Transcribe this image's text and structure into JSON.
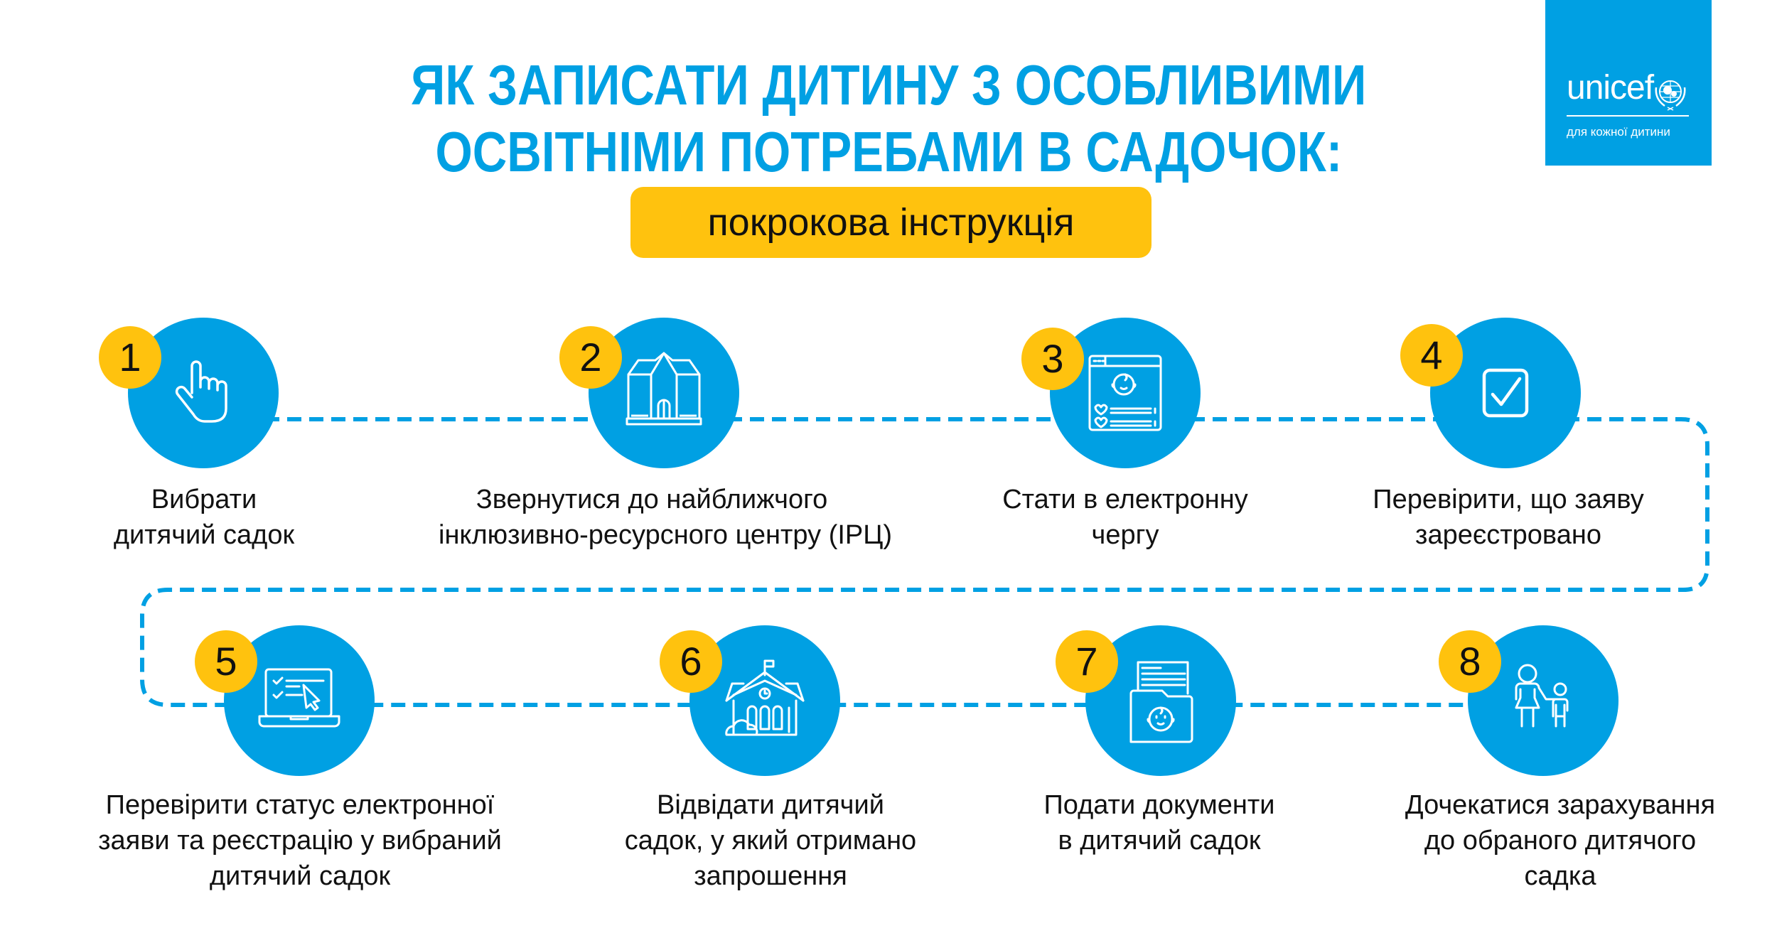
{
  "logo": {
    "wordmark": "unicef",
    "tagline": "для кожної дитини",
    "background_color": "#00A0E3"
  },
  "header": {
    "title_line1": "ЯК ЗАПИСАТИ ДИТИНУ З ОСОБЛИВИМИ",
    "title_line2": "ОСВІТНІМИ ПОТРЕБАМИ В САДОЧОК:",
    "subtitle": "покрокова інструкція",
    "title_color": "#00A0E3",
    "subtitle_bg": "#FFC20E"
  },
  "colors": {
    "circle": "#00A0E3",
    "badge": "#FFC20E",
    "text": "#111111",
    "path": "#00A0E3"
  },
  "steps": [
    {
      "number": "1",
      "icon": "pointing-hand-icon",
      "lines": [
        "Вибрати",
        "дитячий садок"
      ]
    },
    {
      "number": "2",
      "icon": "building-icon",
      "lines": [
        "Звернутися до найближчого",
        "інклюзивно-ресурсного центру (ІРЦ)"
      ]
    },
    {
      "number": "3",
      "icon": "browser-baby-profile-icon",
      "lines": [
        "Стати в електронну",
        "чергу"
      ]
    },
    {
      "number": "4",
      "icon": "checkbox-checked-icon",
      "lines": [
        "Перевірити, що заяву",
        "зареєстровано"
      ]
    },
    {
      "number": "5",
      "icon": "laptop-checklist-icon",
      "lines": [
        "Перевірити статус електронної",
        "заяви та реєстрацію у вибраний",
        "дитячий садок"
      ]
    },
    {
      "number": "6",
      "icon": "kindergarten-house-icon",
      "lines": [
        "Відвідати дитячий",
        "садок, у який отримано",
        "запрошення"
      ]
    },
    {
      "number": "7",
      "icon": "folder-documents-baby-icon",
      "lines": [
        "Подати документи",
        "в дитячий садок"
      ]
    },
    {
      "number": "8",
      "icon": "parent-child-icon",
      "lines": [
        "Дочекатися зарахування",
        "до обраного дитячого",
        "садка"
      ]
    }
  ]
}
